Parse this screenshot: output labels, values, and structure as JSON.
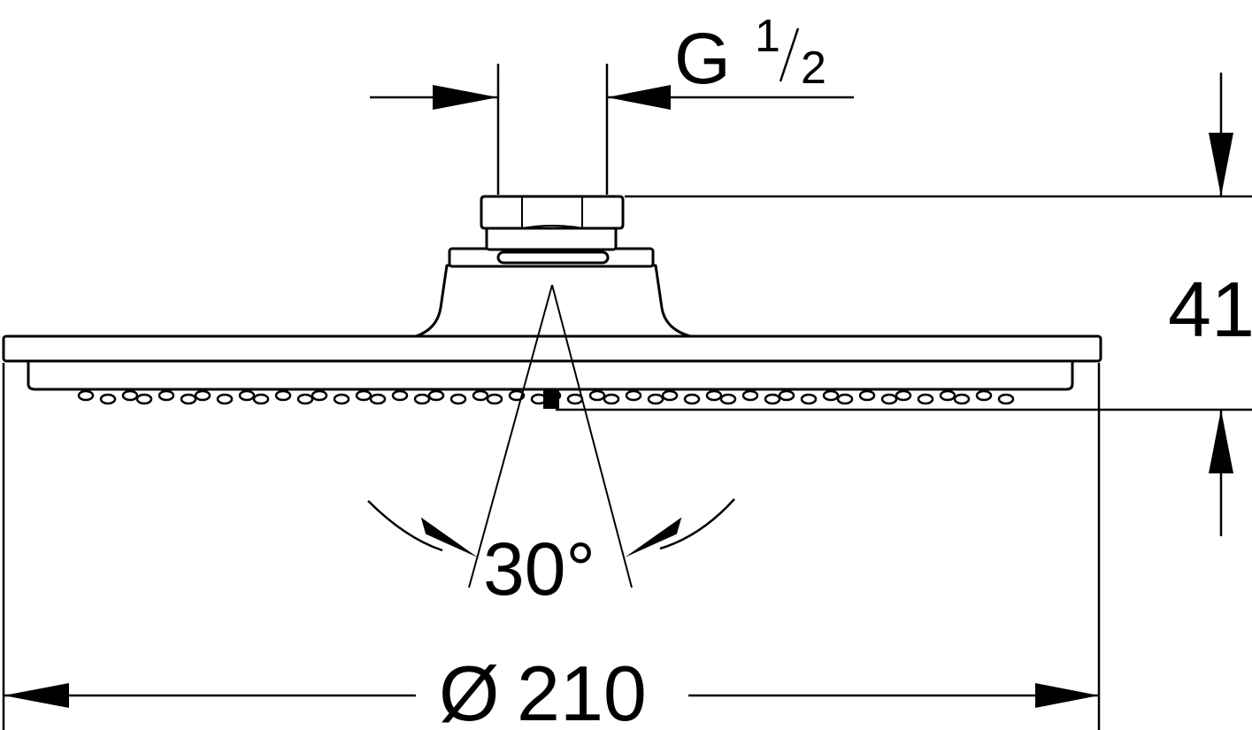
{
  "diagram": {
    "thread_label": {
      "prefix": "G",
      "numerator": "1",
      "denominator": "2"
    },
    "height_label": "41",
    "angle_label": "30°",
    "diameter_label": {
      "symbol": "Ø",
      "value": "210"
    }
  }
}
